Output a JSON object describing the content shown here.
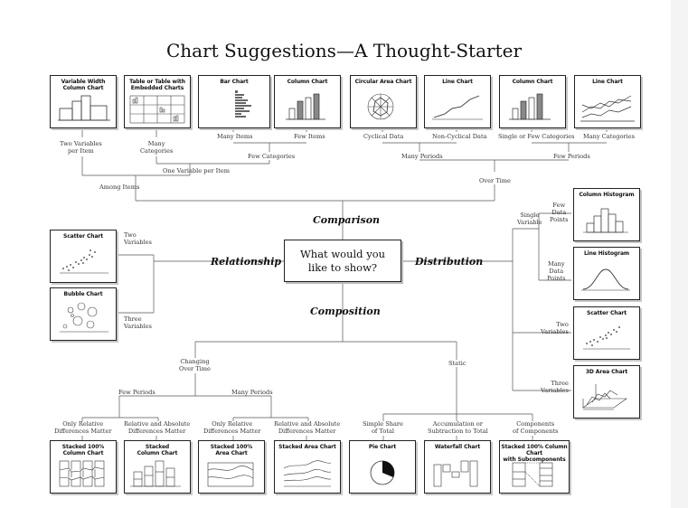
{
  "title": "Chart Suggestions—A Thought-Starter",
  "center_question": "What would you\nlike to show?",
  "categories": {
    "comparison": "Comparison",
    "relationship": "Relationship",
    "distribution": "Distribution",
    "composition": "Composition"
  },
  "charts": {
    "variable_width_column": "Variable Width\nColumn Chart",
    "table_embedded": "Table or Table with\nEmbedded Charts",
    "bar": "Bar Chart",
    "column_few": "Column Chart",
    "circular_area": "Circular Area Chart",
    "line_few": "Line Chart",
    "column_time": "Column Chart",
    "line_many": "Line Chart",
    "column_histogram": "Column Histogram",
    "line_histogram": "Line Histogram",
    "scatter_dist": "Scatter Chart",
    "area_3d": "3D Area Chart",
    "scatter_rel": "Scatter Chart",
    "bubble": "Bubble Chart",
    "stacked_100_column": "Stacked 100%\nColumn Chart",
    "stacked_column": "Stacked\nColumn Chart",
    "stacked_100_area": "Stacked 100%\nArea Chart",
    "stacked_area": "Stacked Area Chart",
    "pie": "Pie Chart",
    "waterfall": "Waterfall Chart",
    "stacked_100_sub": "Stacked 100% Column Chart\nwith Subcomponents"
  },
  "labels": {
    "two_vars_per_item": "Two Variables\nper Item",
    "many_categories_top": "Many\nCategories",
    "many_items": "Many Items",
    "few_items": "Few Items",
    "cyclical": "Cyclical Data",
    "non_cyclical": "Non-Cyclical Data",
    "single_few_categories": "Single or Few Categories",
    "many_categories": "Many Categories",
    "few_categories": "Few Categories",
    "one_var_per_item": "One Variable per Item",
    "many_periods": "Many Periods",
    "few_periods_top": "Few Periods",
    "among_items": "Among Items",
    "over_time": "Over Time",
    "single_variable": "Single\nVariable",
    "few_data_points": "Few\nData\nPoints",
    "many_data_points": "Many\nData\nPoints",
    "two_variables_dist": "Two\nVariables",
    "three_variables_dist": "Three\nVariables",
    "two_variables_rel": "Two\nVariables",
    "three_variables_rel": "Three\nVariables",
    "changing_over_time": "Changing\nOver Time",
    "static": "Static",
    "few_periods": "Few Periods",
    "many_periods_bottom": "Many Periods",
    "only_relative_1": "Only Relative\nDifferences Matter",
    "relative_absolute_1": "Relative and Absolute\nDifferences Matter",
    "only_relative_2": "Only Relative\nDifferences Matter",
    "relative_absolute_2": "Relative and Absolute\nDifferences Matter",
    "simple_share": "Simple Share\nof Total",
    "accumulation": "Accumulation or\nSubtraction to Total",
    "components": "Components\nof Components"
  }
}
